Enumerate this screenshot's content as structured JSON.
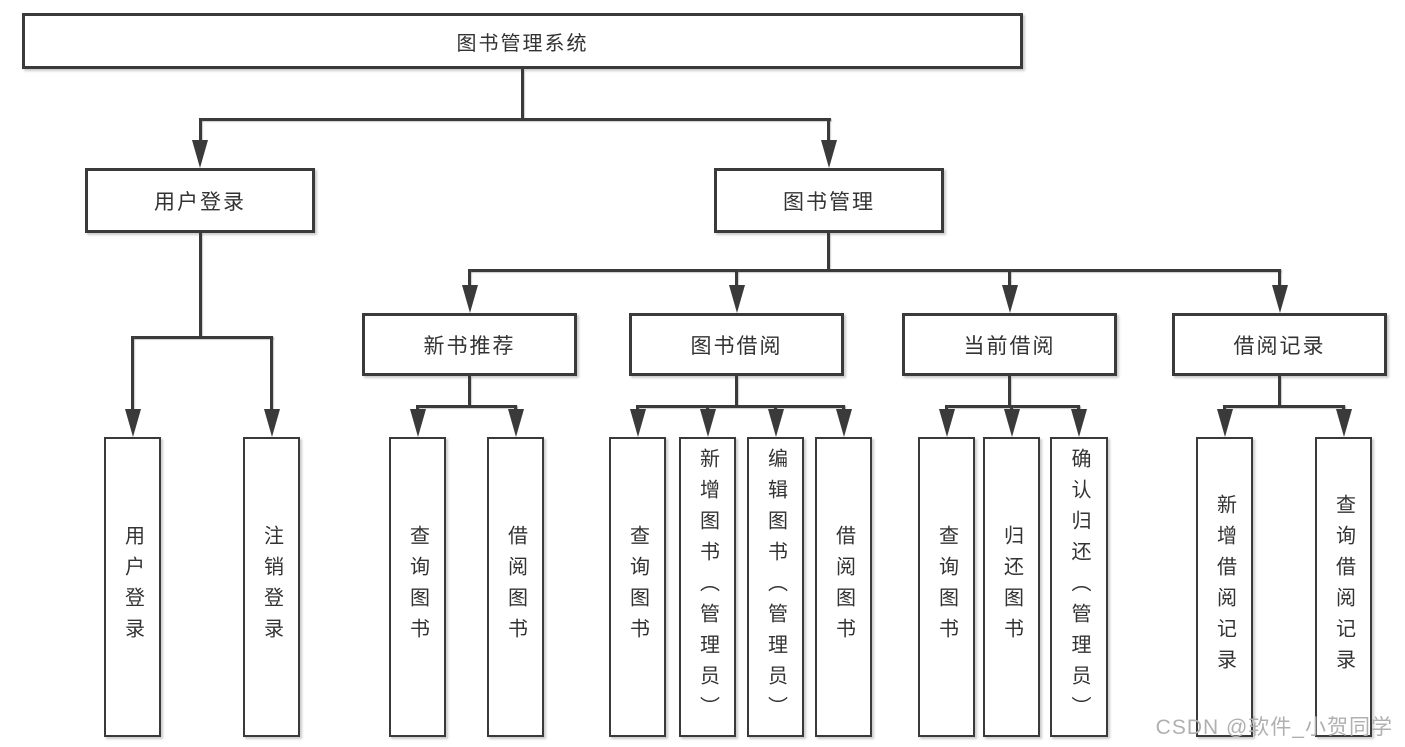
{
  "colors": {
    "background": "#ffffff",
    "line": "#3a3a3a",
    "box_border": "#3a3a3a",
    "text": "#333333",
    "watermark": "#b0b0b0"
  },
  "tree": {
    "root": {
      "label": "图书管理系统"
    },
    "branches": [
      {
        "label": "用户登录",
        "children": [
          {
            "label": "用户登录"
          },
          {
            "label": "注销登录"
          }
        ]
      },
      {
        "label": "图书管理",
        "children": [
          {
            "label": "新书推荐",
            "children": [
              {
                "label": "查询图书"
              },
              {
                "label": "借阅图书"
              }
            ]
          },
          {
            "label": "图书借阅",
            "children": [
              {
                "label": "查询图书"
              },
              {
                "label": "新增图书（管理员）"
              },
              {
                "label": "编辑图书（管理员）"
              },
              {
                "label": "借阅图书"
              }
            ]
          },
          {
            "label": "当前借阅",
            "children": [
              {
                "label": "查询图书"
              },
              {
                "label": "归还图书"
              },
              {
                "label": "确认归还（管理员）"
              }
            ]
          },
          {
            "label": "借阅记录",
            "children": [
              {
                "label": "新增借阅记录"
              },
              {
                "label": "查询借阅记录"
              }
            ]
          }
        ]
      }
    ]
  },
  "watermark": "CSDN @软件_小贺同学"
}
